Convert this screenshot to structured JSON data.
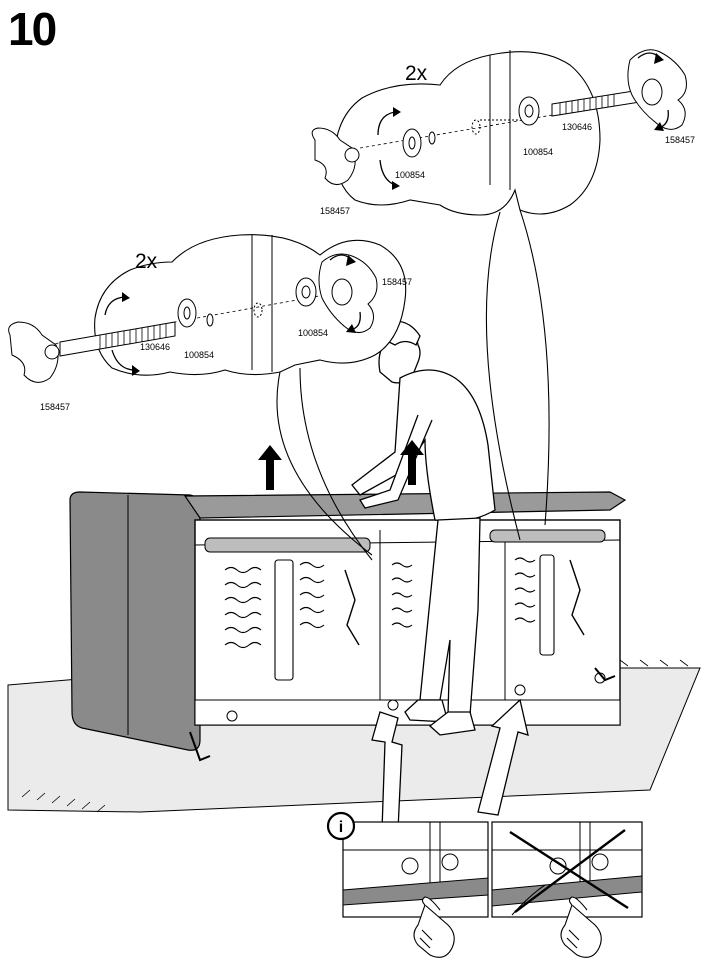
{
  "step": {
    "number": "10"
  },
  "callouts": [
    {
      "quantity": "2x",
      "parts": {
        "wing_nut_left": "158457",
        "washer_left": "100854",
        "washer_right": "100854",
        "bolt": "130646",
        "wing_nut_right": "158457"
      }
    },
    {
      "quantity": "2x",
      "parts": {
        "bolt": "130646",
        "washer_left": "100854",
        "washer_right": "100854",
        "wing_nut_left": "158457",
        "wing_nut_right": "158457"
      }
    }
  ],
  "info": {
    "icon_glyph": "i"
  },
  "colors": {
    "ink": "#000000",
    "sofa_fill": "#8a8a8a",
    "rug_fill": "#ebebeb",
    "paper": "#ffffff",
    "panel_fill": "#f2f2f2"
  }
}
